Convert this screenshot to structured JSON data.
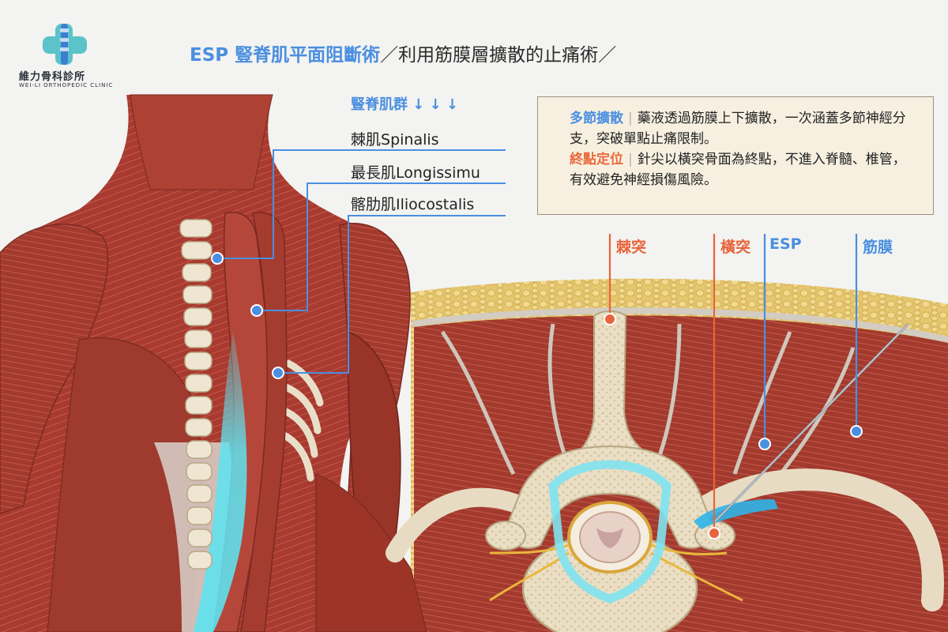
{
  "logo": {
    "name": "維力骨科診所",
    "sub": "WEI-LI ORTHOPEDIC CLINIC"
  },
  "title": {
    "highlight": "ESP 豎脊肌平面阻斷術",
    "rest": "／利用筋膜層擴散的止痛術／"
  },
  "muscle_group": {
    "title": "豎脊肌群 ↓ ↓ ↓",
    "items": [
      {
        "zh": "棘肌",
        "en": "Spinalis"
      },
      {
        "zh": "最長肌",
        "en": "Longissimu"
      },
      {
        "zh": "髂肋肌",
        "en": "Iliocostalis"
      }
    ]
  },
  "info": {
    "point1_key": "多節擴散",
    "point1_text": "藥液透過筋膜上下擴散，一次涵蓋多節神經分支，突破單點止痛限制。",
    "point2_key": "終點定位",
    "point2_text": "針尖以橫突骨面為終點，不進入脊髓、椎管，有效避免神經損傷風險。",
    "separator": "|"
  },
  "cross_section_labels": {
    "spinous": "棘突",
    "transverse": "橫突",
    "esp": "ESP",
    "fascia": "筋膜"
  },
  "colors": {
    "accent_blue": "#4a8fe0",
    "accent_orange": "#e8643a",
    "muscle": "#a83a30",
    "fat": "#e6c66e",
    "bone": "#e9dcc0",
    "highlight_cyan": "#5ee3f0"
  }
}
